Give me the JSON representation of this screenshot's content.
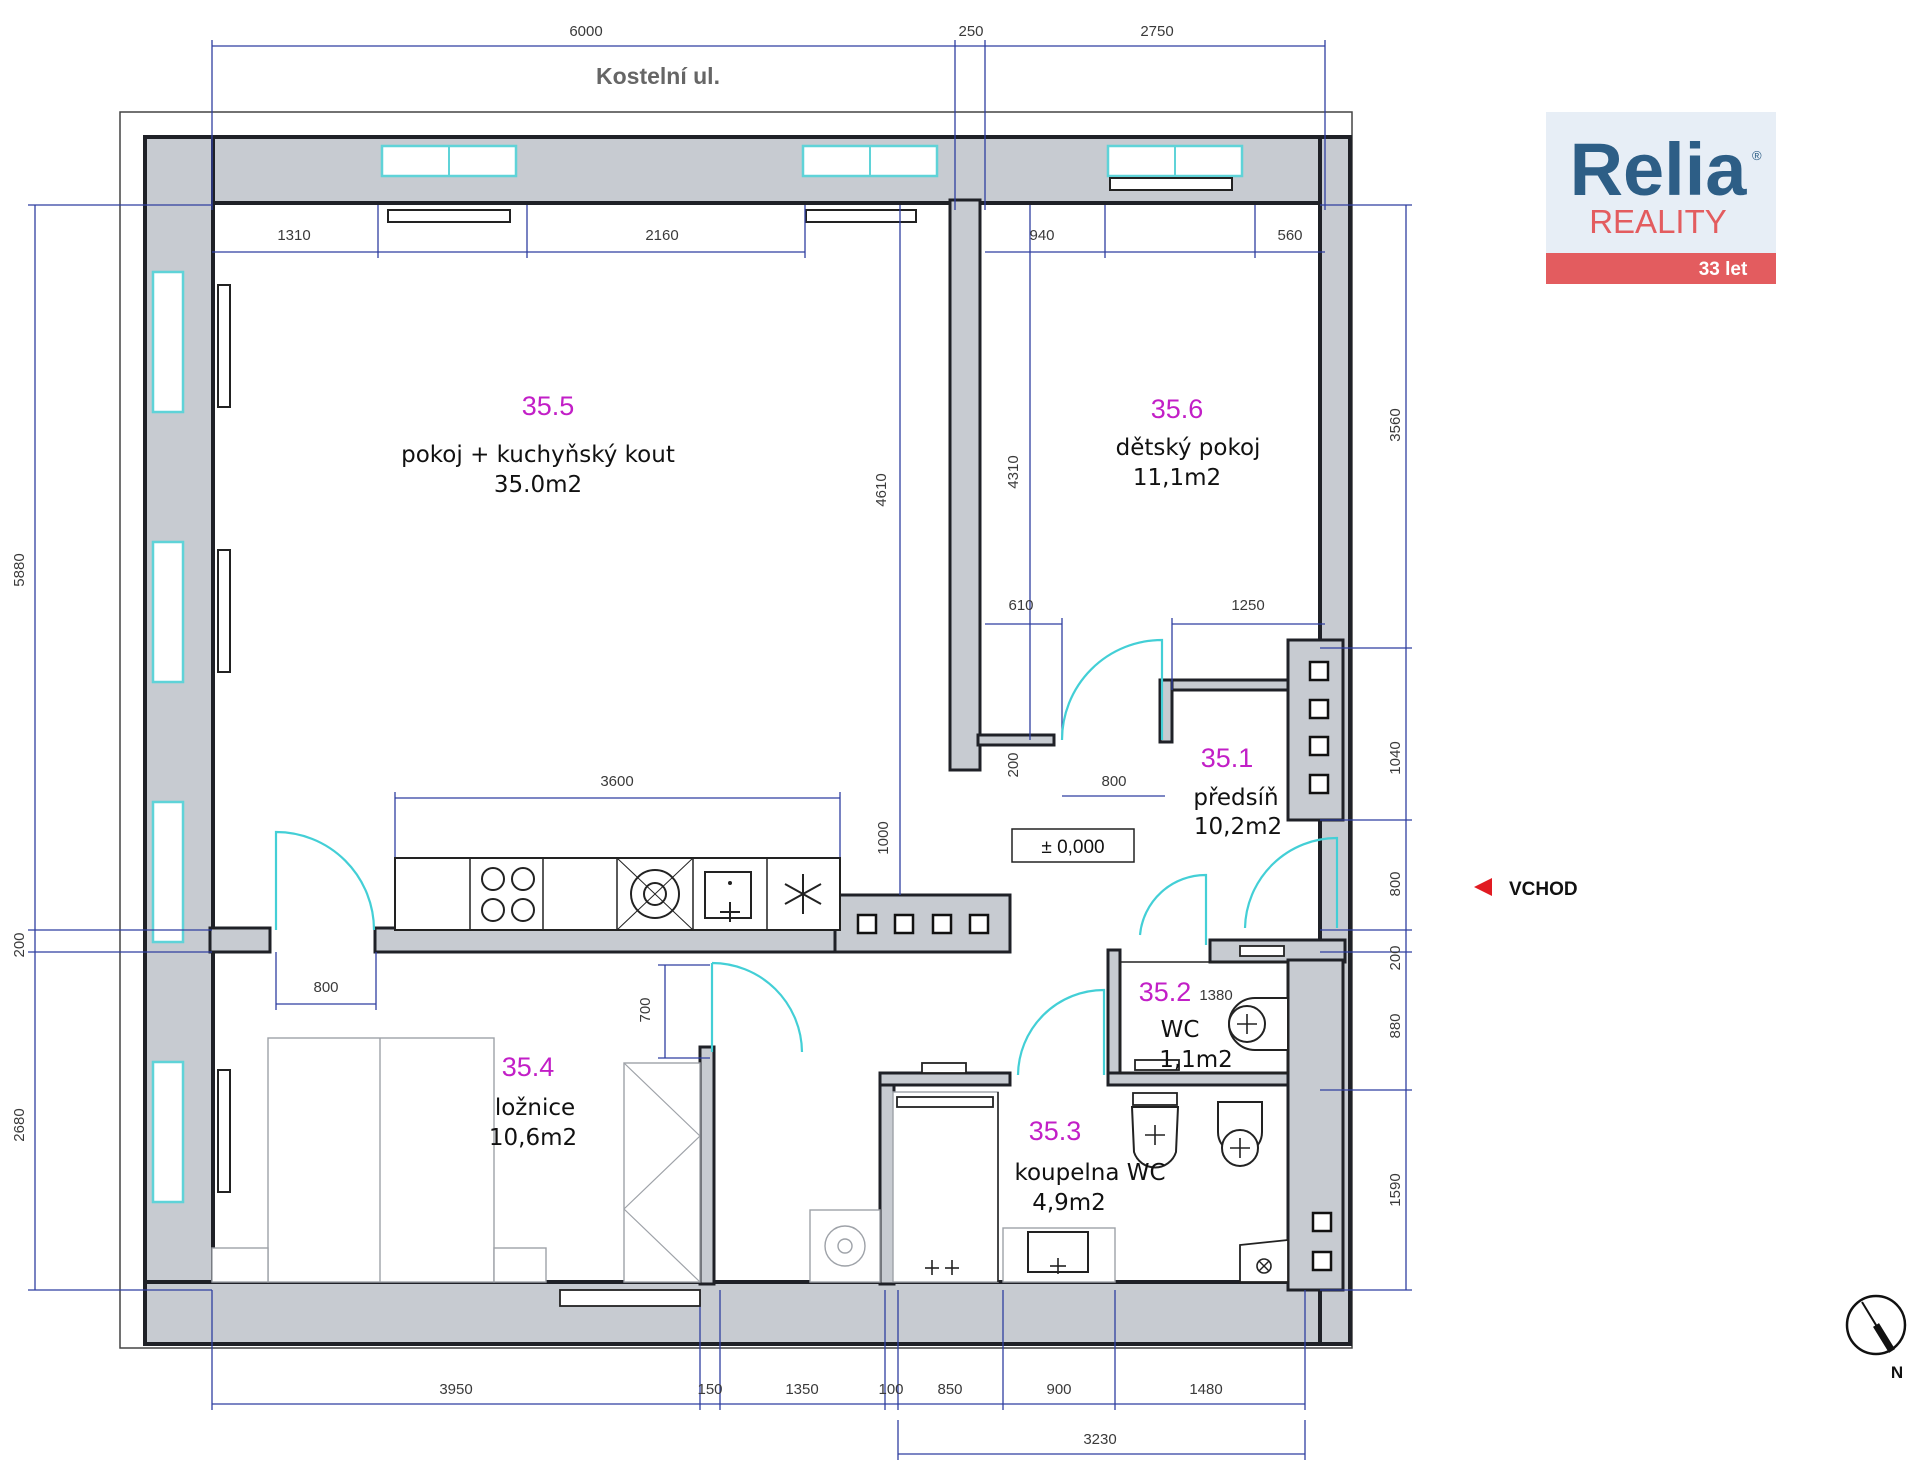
{
  "street": "Kostelní ul.",
  "level_label": "± 0,000",
  "entrance_label": "VCHOD",
  "north_label": "N",
  "logo": {
    "main": "Relia",
    "sub": "REALITY",
    "years": "33 let",
    "reg": "®"
  },
  "colors": {
    "room_id": "#c21fc7",
    "wall": "#c7cbd1",
    "dimension": "#2f3fa0",
    "window": "#5fd3d8",
    "logo_blue": "#2d5e86",
    "logo_red": "#e35c5f"
  },
  "rooms": [
    {
      "id": "35.5",
      "name": "pokoj + kuchyňský kout",
      "area": "35.0m2"
    },
    {
      "id": "35.6",
      "name": "dětský pokoj",
      "area": "11,1m2"
    },
    {
      "id": "35.1",
      "name": "předsíň",
      "area": "10,2m2"
    },
    {
      "id": "35.2",
      "name": "WC",
      "area": "1,1m2"
    },
    {
      "id": "35.3",
      "name": "koupelna WC",
      "area": "4,9m2"
    },
    {
      "id": "35.4",
      "name": "ložnice",
      "area": "10,6m2"
    }
  ],
  "dimensions": {
    "top": [
      "6000",
      "250",
      "2750"
    ],
    "left": [
      "5880",
      "200",
      "2680"
    ],
    "right": [
      "3560",
      "1040",
      "800",
      "200",
      "880",
      "1590"
    ],
    "bottom": [
      "3950",
      "150",
      "1350",
      "100",
      "850",
      "900",
      "1480"
    ],
    "bottom_total": "3230",
    "inner": [
      "1310",
      "2160",
      "940",
      "560",
      "4610",
      "4310",
      "610",
      "1250",
      "200",
      "800",
      "3600",
      "1000",
      "800",
      "700",
      "1380"
    ]
  }
}
